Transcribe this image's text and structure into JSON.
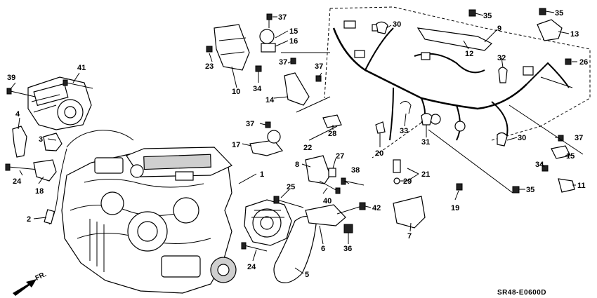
{
  "diagram": {
    "code": "SR48-E0600D",
    "direction_label": "FR.",
    "callouts": [
      "1",
      "2",
      "3",
      "4",
      "5",
      "6",
      "7",
      "8",
      "9",
      "10",
      "11",
      "12",
      "13",
      "14",
      "15",
      "15",
      "16",
      "17",
      "18",
      "19",
      "20",
      "21",
      "22",
      "23",
      "24",
      "24",
      "25",
      "26",
      "27",
      "28",
      "29",
      "30",
      "30",
      "31",
      "32",
      "33",
      "34",
      "34",
      "35",
      "35",
      "35",
      "36",
      "37",
      "37",
      "37",
      "37",
      "37",
      "38",
      "39",
      "40",
      "41",
      "42"
    ]
  }
}
